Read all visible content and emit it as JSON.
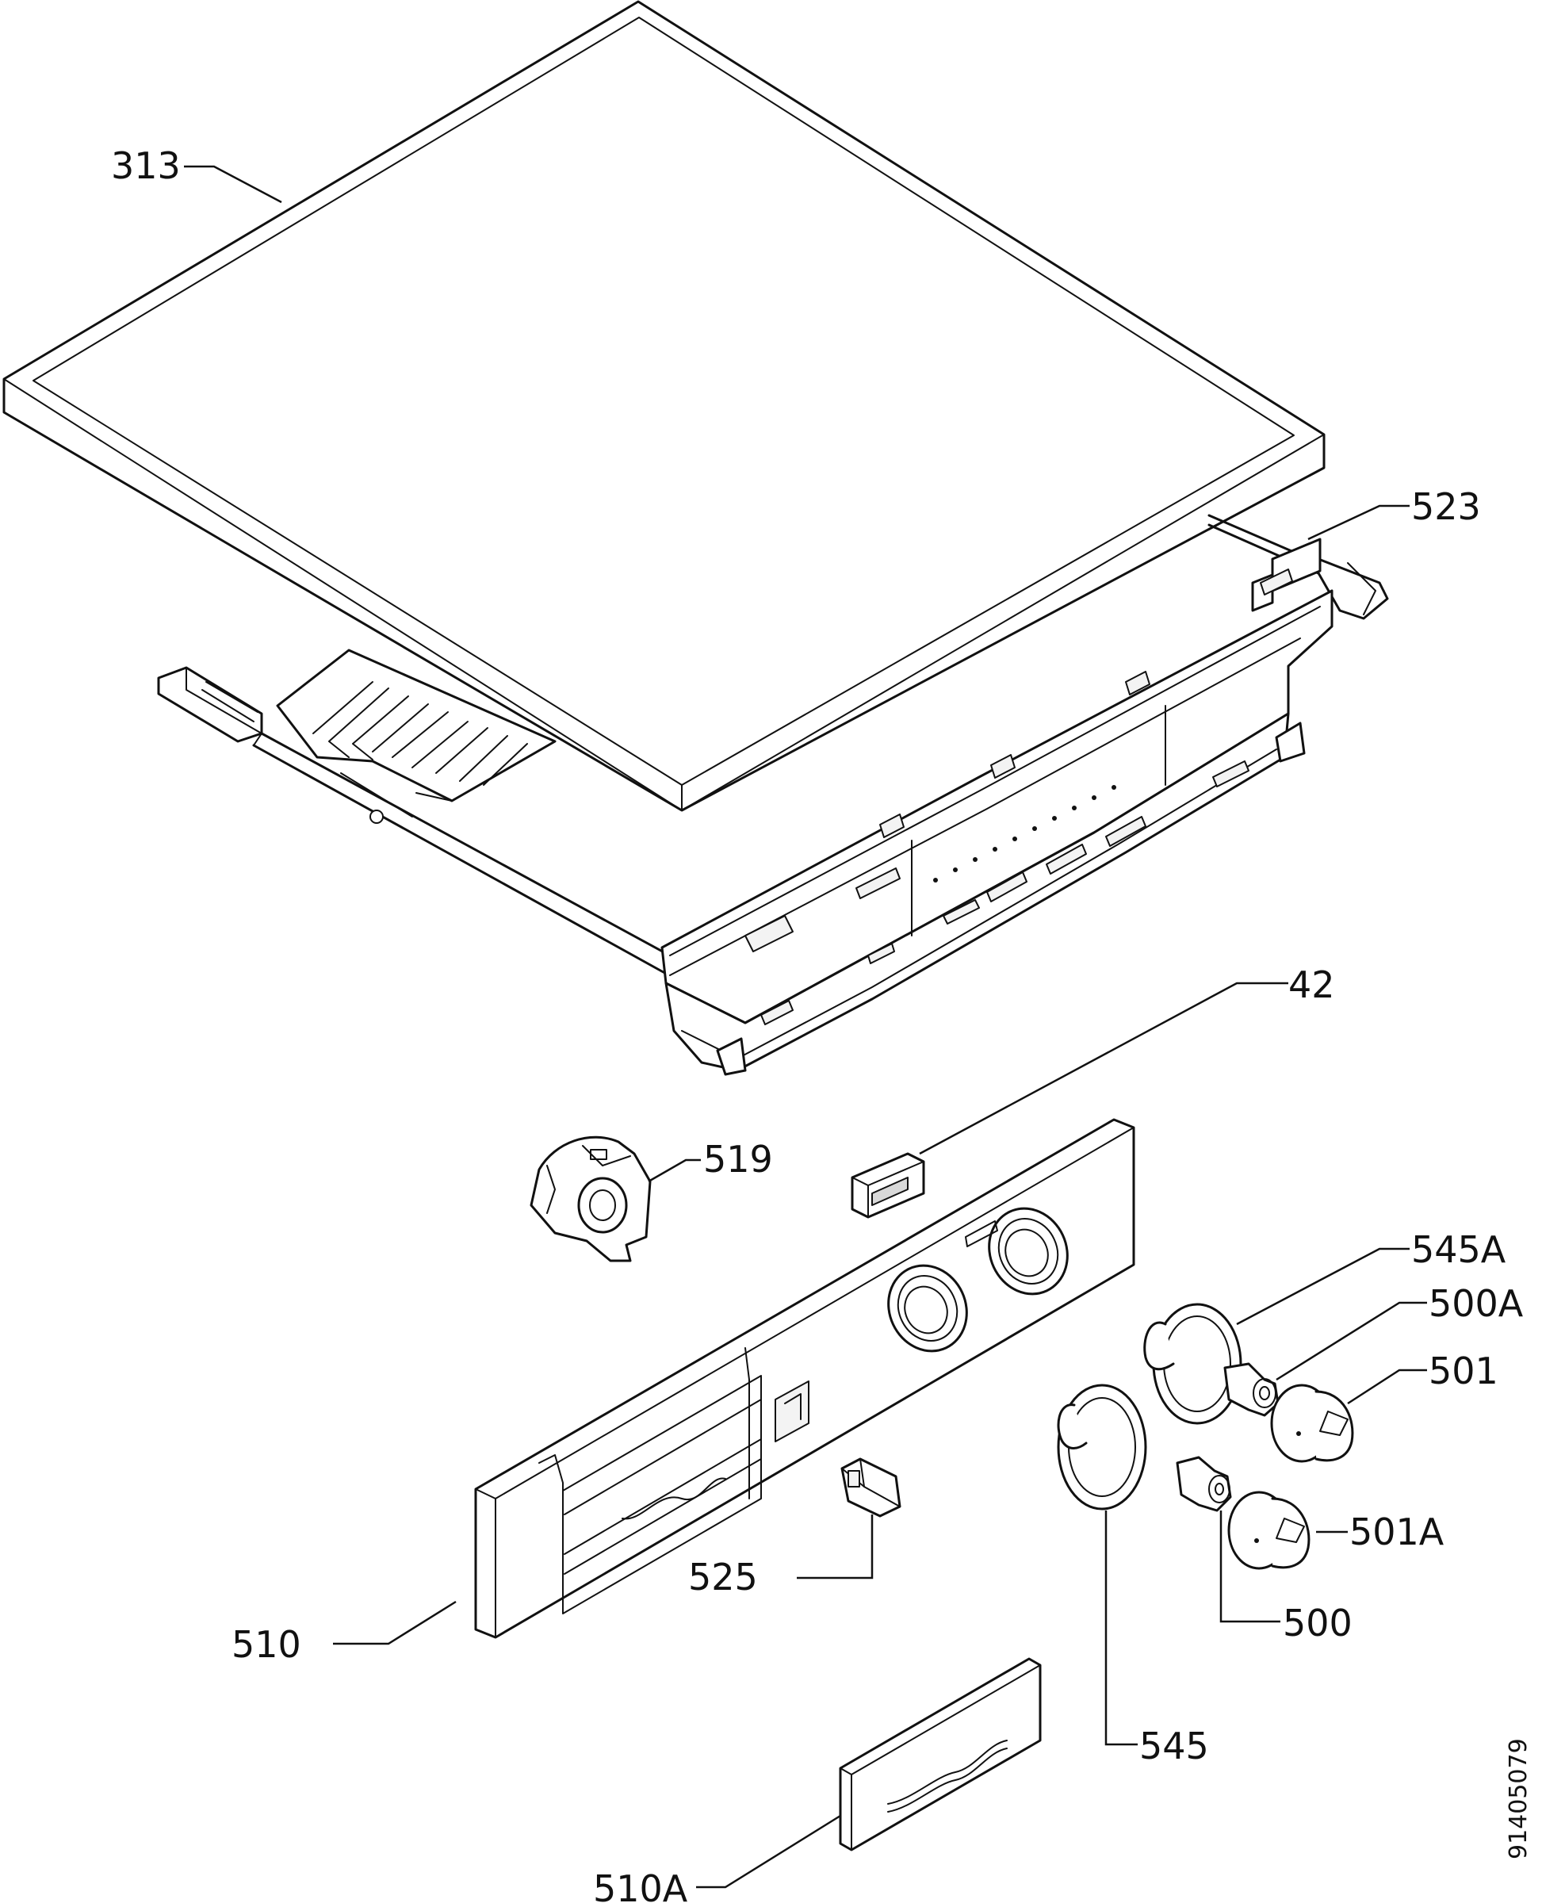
{
  "parts": {
    "p313": "313",
    "p523": "523",
    "p42": "42",
    "p519": "519",
    "p545A": "545A",
    "p500A": "500A",
    "p501": "501",
    "p501A": "501A",
    "p525": "525",
    "p510": "510",
    "p500": "500",
    "p545": "545",
    "p510A": "510A"
  },
  "document_number": "91405079"
}
